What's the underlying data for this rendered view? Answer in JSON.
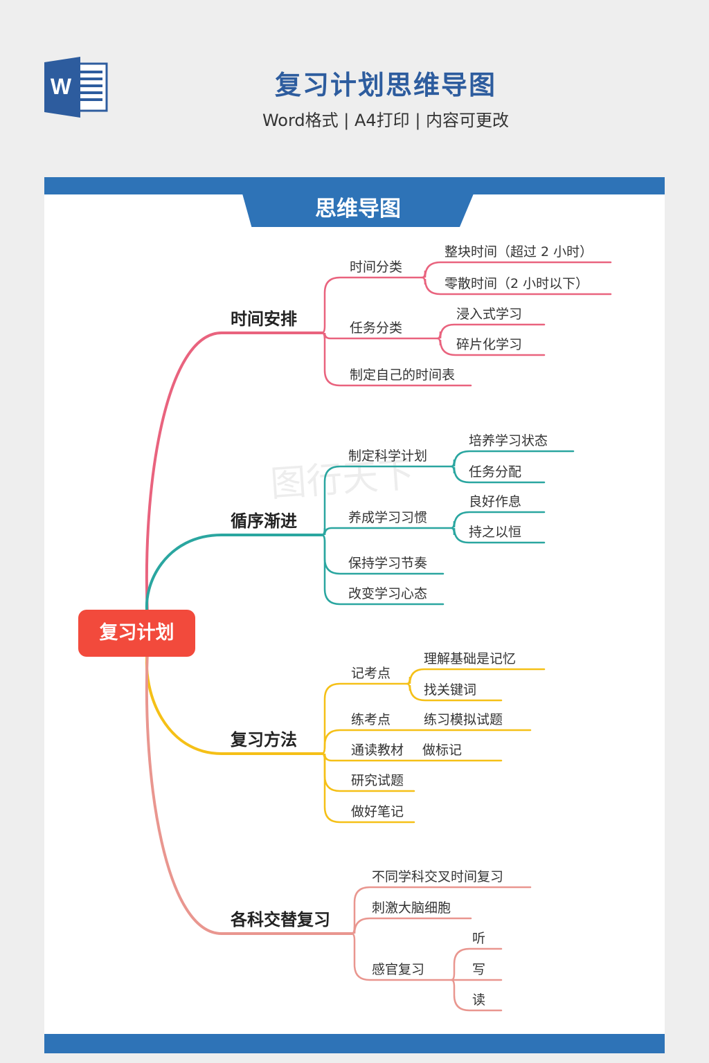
{
  "header": {
    "title": "复习计划思维导图",
    "subtitle": "Word格式 | A4打印 | 内容可更改",
    "icon": "word-document-icon",
    "icon_letter": "W"
  },
  "section": {
    "tab_label": "思维导图"
  },
  "watermark": "图行天下",
  "colors": {
    "primary": "#2e73b7",
    "root": "#f24a3c",
    "branch1": "#e9637e",
    "branch2": "#2aa6a0",
    "branch3": "#f5c017",
    "branch4": "#e9968f"
  },
  "mindmap": {
    "root": "复习计划",
    "branches": [
      {
        "label": "时间安排",
        "children": [
          {
            "label": "时间分类",
            "children": [
              {
                "label": "整块时间（超过 2 小时）"
              },
              {
                "label": "零散时间（2 小时以下）"
              }
            ]
          },
          {
            "label": "任务分类",
            "children": [
              {
                "label": "浸入式学习"
              },
              {
                "label": "碎片化学习"
              }
            ]
          },
          {
            "label": "制定自己的时间表",
            "children": []
          }
        ]
      },
      {
        "label": "循序渐进",
        "children": [
          {
            "label": "制定科学计划",
            "children": [
              {
                "label": "培养学习状态"
              },
              {
                "label": "任务分配"
              }
            ]
          },
          {
            "label": "养成学习习惯",
            "children": [
              {
                "label": "良好作息"
              },
              {
                "label": "持之以恒"
              }
            ]
          },
          {
            "label": "保持学习节奏",
            "children": []
          },
          {
            "label": "改变学习心态",
            "children": []
          }
        ]
      },
      {
        "label": "复习方法",
        "children": [
          {
            "label": "记考点",
            "children": [
              {
                "label": "理解基础是记忆"
              },
              {
                "label": "找关键词"
              }
            ]
          },
          {
            "label": "练考点",
            "children": [
              {
                "label": "练习模拟试题"
              }
            ]
          },
          {
            "label": "通读教材",
            "children": [
              {
                "label": "做标记"
              }
            ]
          },
          {
            "label": "研究试题",
            "children": []
          },
          {
            "label": "做好笔记",
            "children": []
          }
        ]
      },
      {
        "label": "各科交替复习",
        "children": [
          {
            "label": "不同学科交叉时间复习",
            "children": []
          },
          {
            "label": "刺激大脑细胞",
            "children": []
          },
          {
            "label": "感官复习",
            "children": [
              {
                "label": "听"
              },
              {
                "label": "写"
              },
              {
                "label": "读"
              }
            ]
          }
        ]
      }
    ]
  }
}
